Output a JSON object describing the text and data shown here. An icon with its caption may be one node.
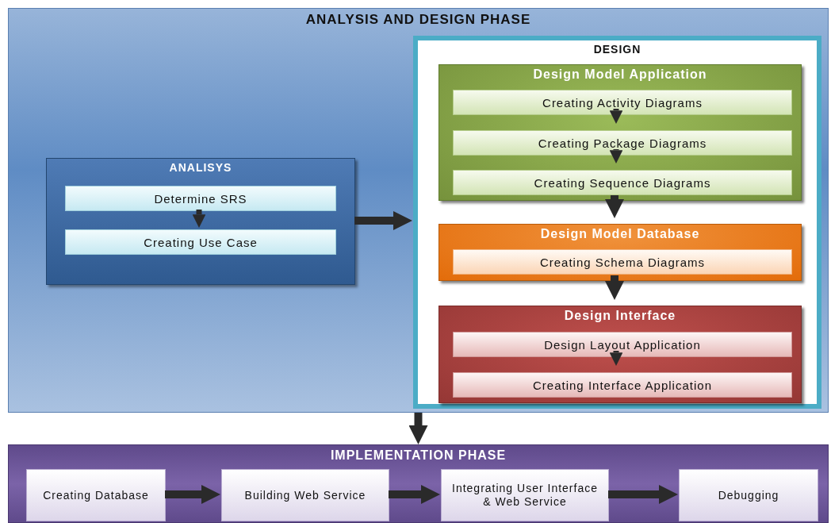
{
  "diagram": {
    "nodes": [
      {
        "text": [
          "ANALYSIS AND DESIGN PHASE"
        ]
      },
      {
        "text": [
          "ANALISYS"
        ],
        "in": 0
      },
      {
        "text": [
          "Determine SRS"
        ],
        "in": 1
      },
      {
        "text": [
          "Creating Use Case"
        ],
        "in": 1
      },
      {
        "text": [
          "DESIGN"
        ],
        "in": 0
      },
      {
        "text": [
          "Design Model Application"
        ],
        "in": 4
      },
      {
        "text": [
          "Creating Activity Diagrams"
        ],
        "in": 5
      },
      {
        "text": [
          "Creating Package Diagrams"
        ],
        "in": 5
      },
      {
        "text": [
          "Creating Sequence Diagrams"
        ],
        "in": 5
      },
      {
        "text": [
          "Design Model Database"
        ],
        "in": 4
      },
      {
        "text": [
          "Creating Schema Diagrams"
        ],
        "in": 9
      },
      {
        "text": [
          "Design Interface"
        ],
        "in": 4
      },
      {
        "text": [
          "Design Layout Application"
        ],
        "in": 11
      },
      {
        "text": [
          "Creating Interface Application"
        ],
        "in": 11
      },
      {
        "text": [
          "IMPLEMENTATION PHASE"
        ]
      },
      {
        "text": [
          "Creating Database"
        ],
        "in": 14
      },
      {
        "text": [
          "Building Web Service"
        ],
        "in": 14
      },
      {
        "text": [
          "Integrating User Interface & Web Service"
        ],
        "in": 14
      },
      {
        "text": [
          "Debugging"
        ],
        "in": 14
      }
    ],
    "edges": [
      {
        "from": 2,
        "to": 3,
        "arrow": "to"
      },
      {
        "from": 1,
        "to": 4,
        "arrow": "to"
      },
      {
        "from": 6,
        "to": 7,
        "arrow": "to"
      },
      {
        "from": 7,
        "to": 8,
        "arrow": "to"
      },
      {
        "from": 5,
        "to": 9,
        "arrow": "to"
      },
      {
        "from": 9,
        "to": 11,
        "arrow": "to"
      },
      {
        "from": 12,
        "to": 13,
        "arrow": "to"
      },
      {
        "from": 0,
        "to": 14,
        "arrow": "to"
      },
      {
        "from": 15,
        "to": 16,
        "arrow": "to"
      },
      {
        "from": 16,
        "to": 17,
        "arrow": "to"
      },
      {
        "from": 17,
        "to": 18,
        "arrow": "to"
      }
    ]
  }
}
